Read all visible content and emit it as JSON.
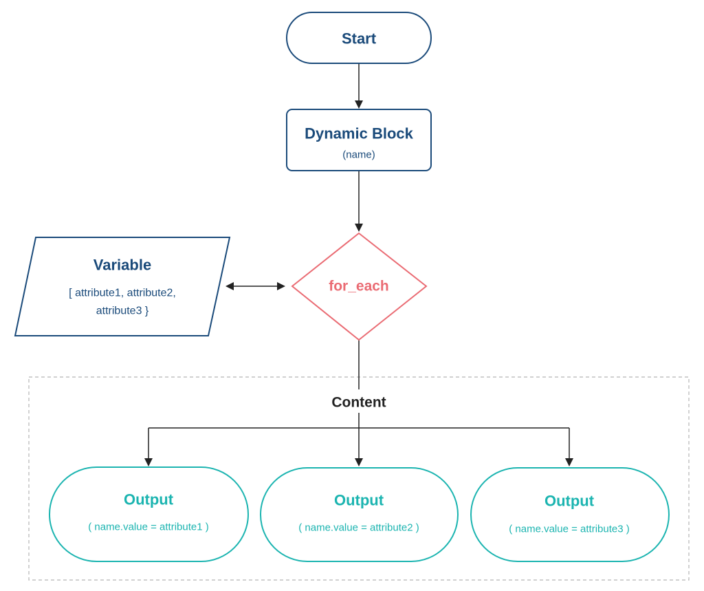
{
  "nodes": {
    "start": {
      "label": "Start"
    },
    "dynamic_block": {
      "title": "Dynamic Block",
      "subtitle": "(name)"
    },
    "for_each": {
      "label": "for_each"
    },
    "variable": {
      "title": "Variable",
      "line1": "[ attribute1, attribute2,",
      "line2": "attribute3 }"
    },
    "content": {
      "label": "Content"
    },
    "outputs": [
      {
        "title": "Output",
        "subtitle": "( name.value = attribute1 )"
      },
      {
        "title": "Output",
        "subtitle": "( name.value = attribute2 )"
      },
      {
        "title": "Output",
        "subtitle": "( name.value = attribute3 )"
      }
    ]
  },
  "colors": {
    "navy": "#1a4a7a",
    "red": "#ea6b73",
    "teal": "#1bb4b0",
    "arrow": "#222222",
    "dashed_border": "#b3b3b3"
  }
}
